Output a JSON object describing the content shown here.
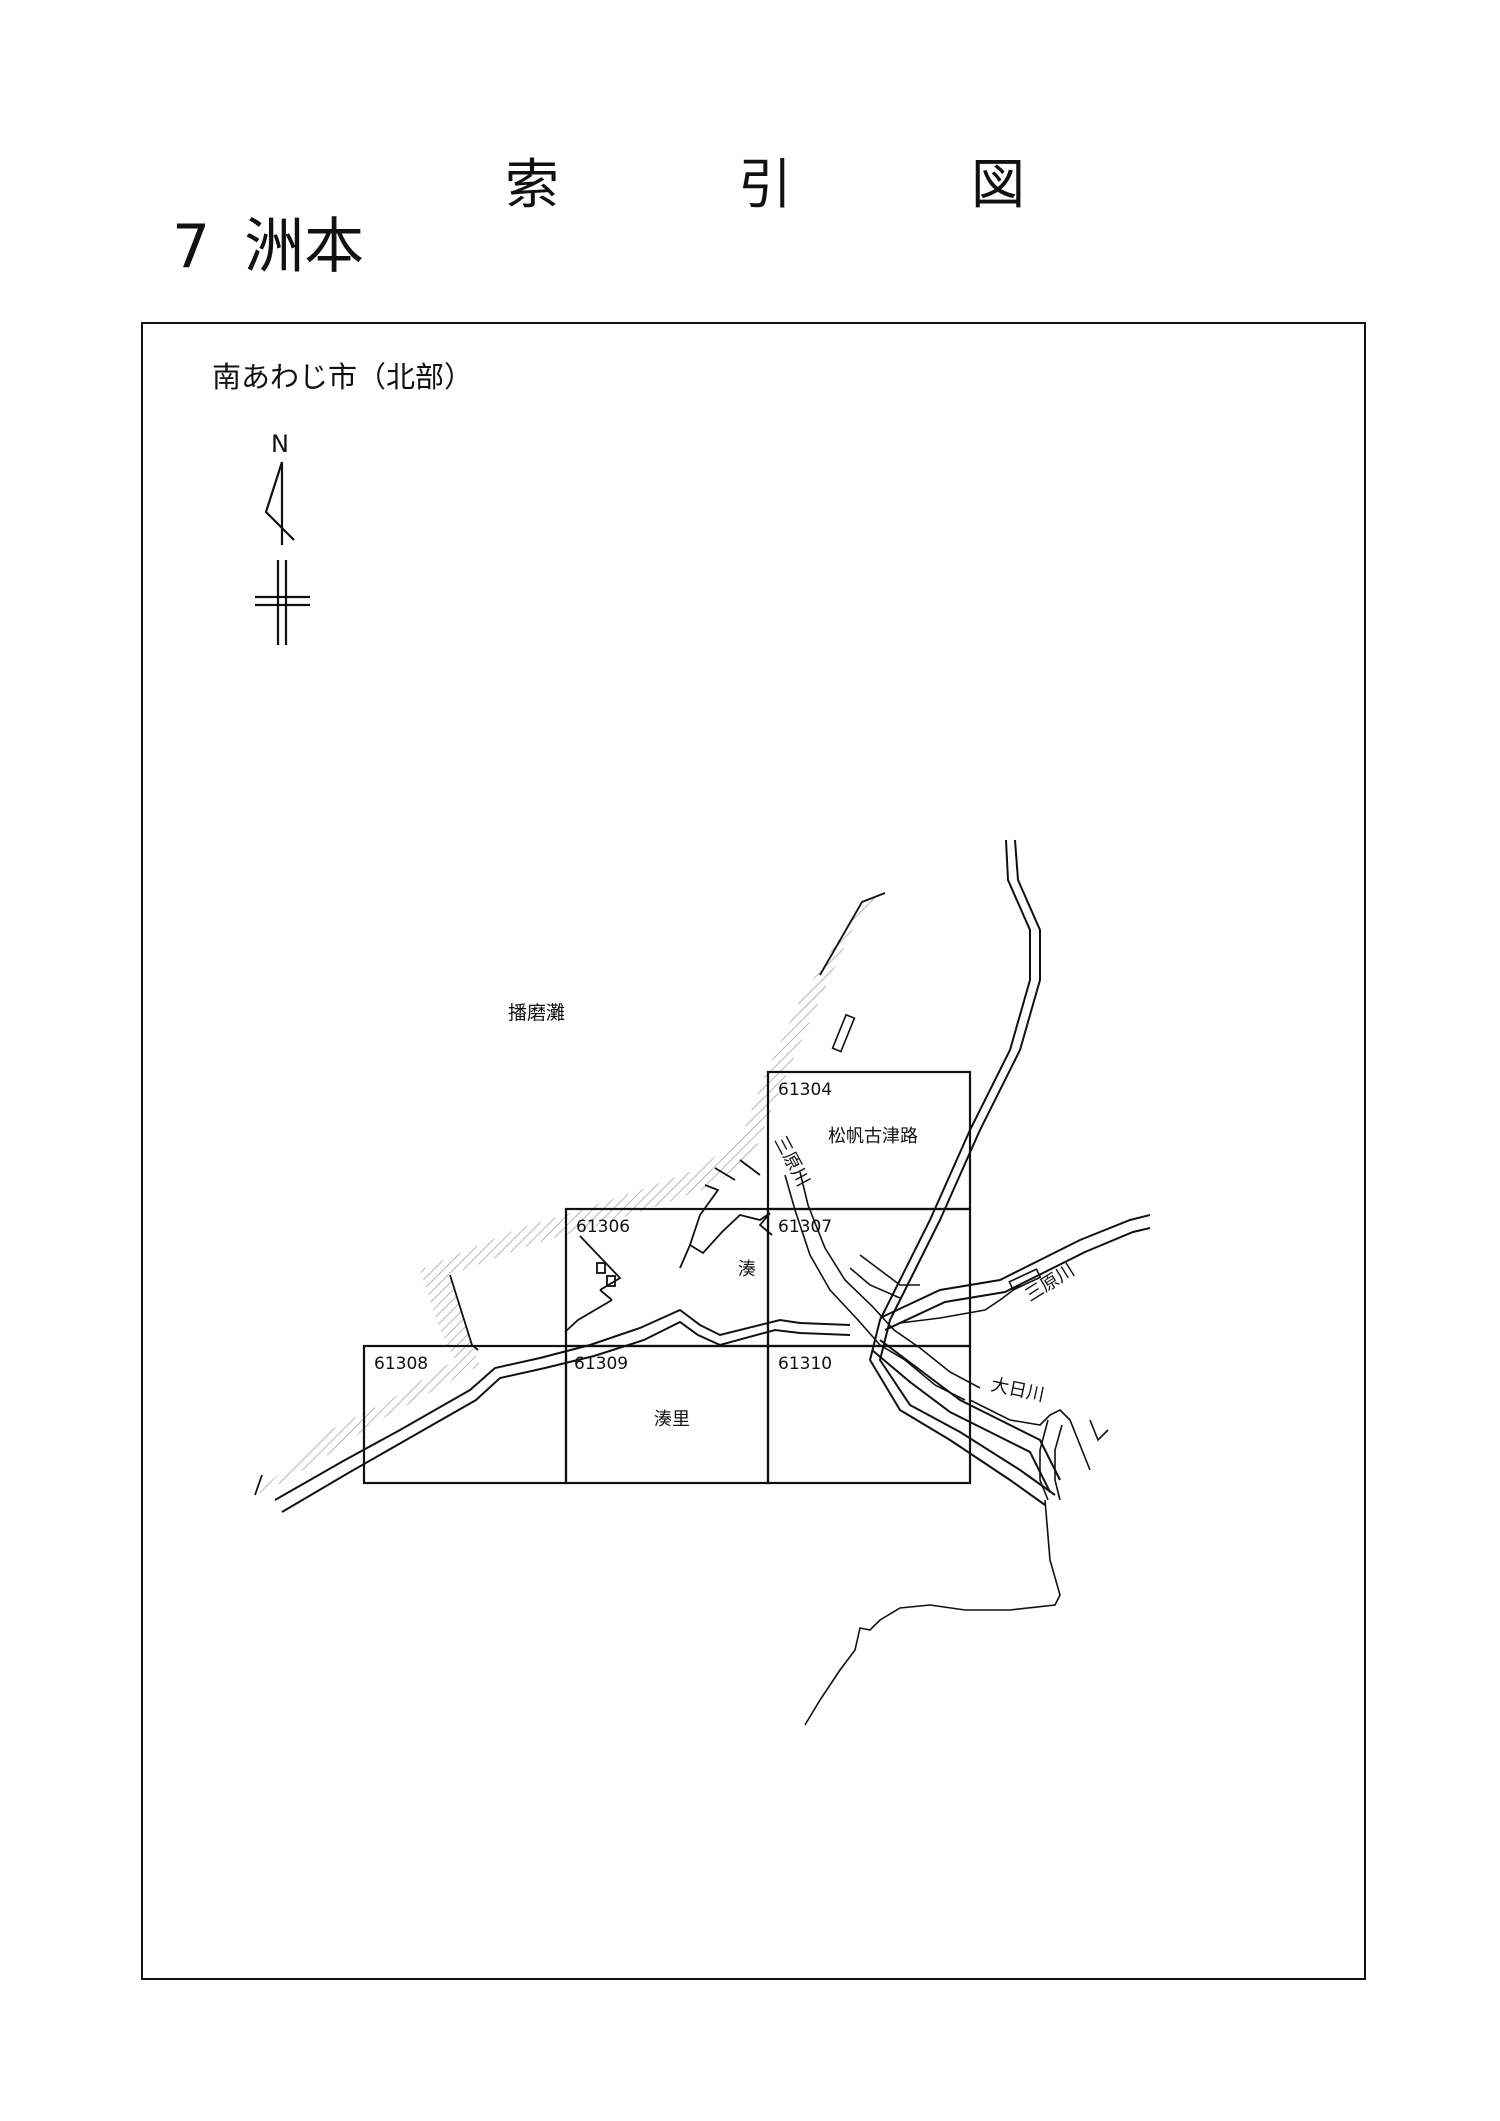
{
  "page": {
    "title_chars": [
      "索",
      "引",
      "図"
    ],
    "number": "7",
    "area_name": "洲本"
  },
  "map": {
    "region_label": "南あわじ市（北部）",
    "north_label": "N",
    "sea_label": "播磨灘",
    "tiles": [
      {
        "code": "61304",
        "place": "松帆古津路"
      },
      {
        "code": "61306",
        "place": ""
      },
      {
        "code": "61307",
        "place": "湊"
      },
      {
        "code": "61308",
        "place": ""
      },
      {
        "code": "61309",
        "place": "湊里"
      },
      {
        "code": "61310",
        "place": ""
      }
    ],
    "rivers": [
      "三原川",
      "三原川",
      "大日川"
    ]
  }
}
